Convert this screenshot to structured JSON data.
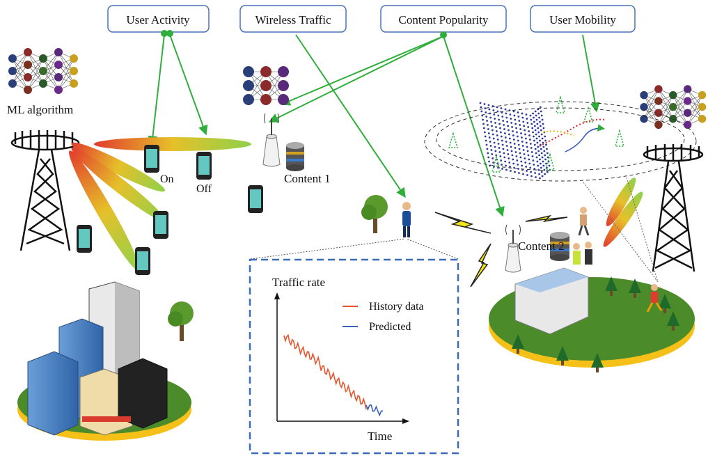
{
  "factors": {
    "user_activity": "User Activity",
    "wireless_traffic": "Wireless Traffic",
    "content_popularity": "Content Popularity",
    "user_mobility": "User Mobility"
  },
  "ml_label": "ML algorithm",
  "phone_on_label": "On",
  "phone_off_label": "Off",
  "content1_label": "Content 1",
  "content2_label": "Content 2",
  "traffic_chart": {
    "ylabel": "Traffic rate",
    "xlabel": "Time",
    "legend_history": "History data",
    "legend_predicted": "Predicted"
  },
  "colors": {
    "box_border": "#4a72b8",
    "arrow": "#2fae3c",
    "history": "#e8542d",
    "predicted": "#3c60b5",
    "inset_border": "#3a6ab8",
    "ground": "#4c8b2a",
    "ground_rim": "#f5c018"
  },
  "icons": [
    "neural-network-icon",
    "tower-icon",
    "phone-icon",
    "router-icon",
    "database-icon",
    "building-icon",
    "tree-icon",
    "person-icon",
    "lightning-icon"
  ]
}
